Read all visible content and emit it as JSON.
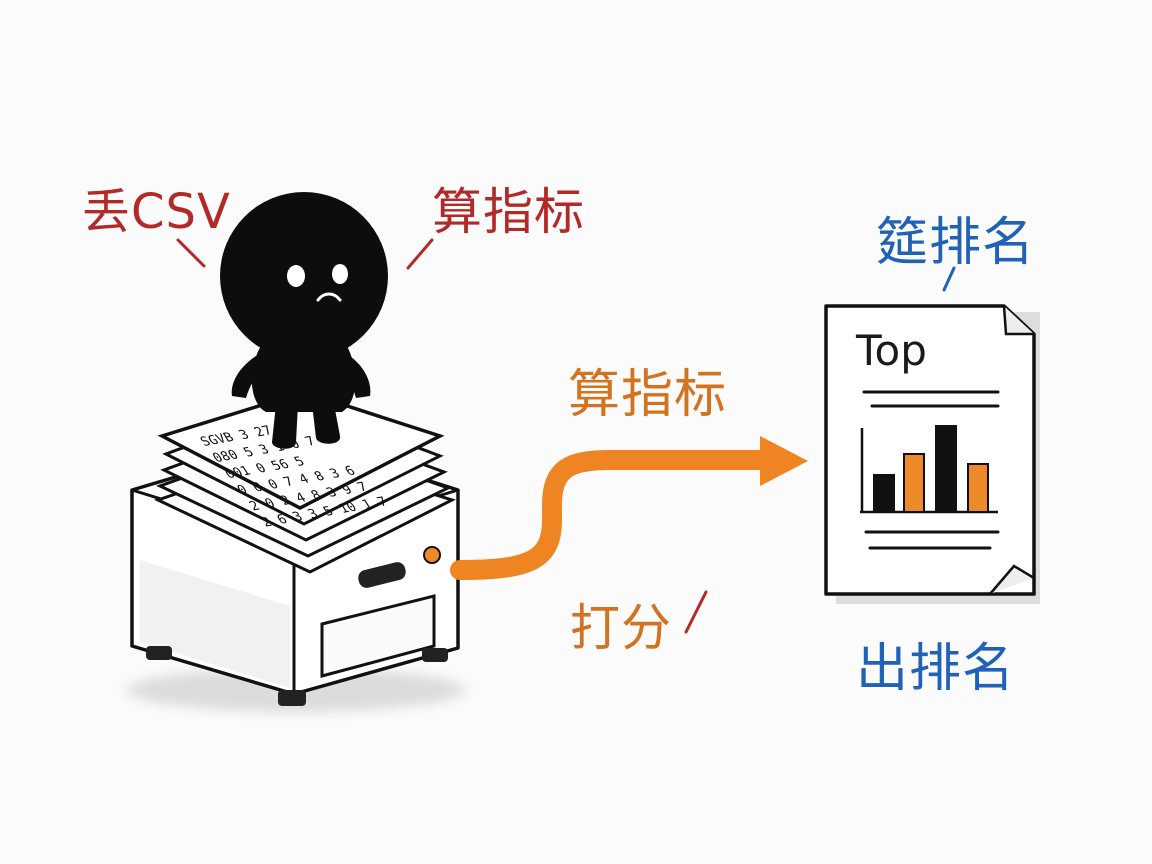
{
  "labels": {
    "drop_csv": "丢CSV",
    "compute_metrics_top": "算指标",
    "compute_metrics_arrow": "算指标",
    "score": "打分",
    "filter_rank": "筵排名",
    "output_rank": "出排名"
  },
  "document": {
    "title": "Top"
  },
  "paper_numbers": [
    "SGVB 3 27 3",
    "080 5 3 1 0 7 4",
    "001 0 56 5",
    "0 0 0 7 4 8 3 6",
    "2 0 2 4 8 3 9 7",
    "2 6 3 3 5 10 1 7"
  ],
  "colors": {
    "red_label": "#b22a28",
    "orange": "#d4731f",
    "arrow": "#ee8422",
    "blue_label": "#1f62b8",
    "ink": "#111111",
    "bar_orange": "#ec8a2a"
  },
  "mini_chart": {
    "bar_colors": [
      "black",
      "orange",
      "black",
      "orange"
    ],
    "relative_heights": [
      0.43,
      0.67,
      1.0,
      0.56
    ]
  }
}
